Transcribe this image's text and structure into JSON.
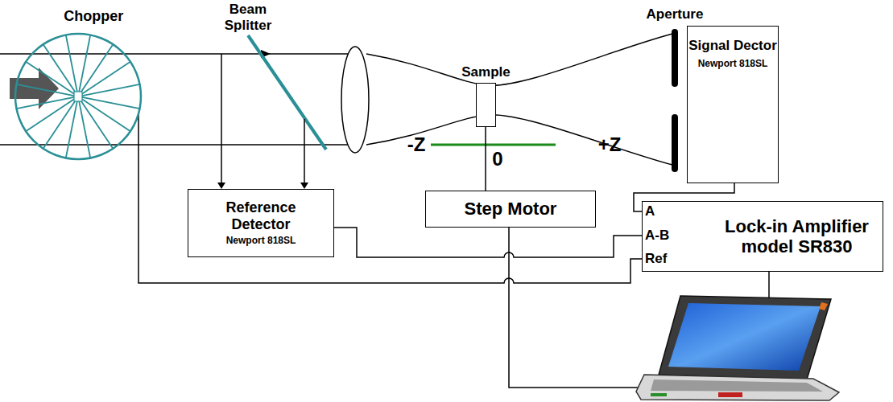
{
  "diagram": {
    "nodes": [
      {
        "text": [
          "Chopper"
        ]
      },
      {
        "text": [
          "Sample"
        ]
      },
      {
        "text": [
          "Signal Dector",
          "Newport 818SL"
        ]
      },
      {
        "text": [
          "Reference Detector",
          "Newport 818SL"
        ]
      },
      {
        "text": [
          "Step Motor"
        ]
      },
      {
        "text": [
          "Lock-in Amplifier model SR830"
        ]
      }
    ],
    "edges": [
      {
        "from": 0,
        "to": 5,
        "arrow": "none"
      },
      {
        "from": 3,
        "to": 5,
        "arrow": "none"
      },
      {
        "from": 2,
        "to": 5,
        "arrow": "none"
      },
      {
        "from": 1,
        "to": 4,
        "arrow": "none"
      }
    ],
    "labels": [
      "Beam Splitter",
      "Aperture",
      "-Z",
      "0",
      "+Z",
      "A",
      "A-B",
      "Ref"
    ]
  }
}
